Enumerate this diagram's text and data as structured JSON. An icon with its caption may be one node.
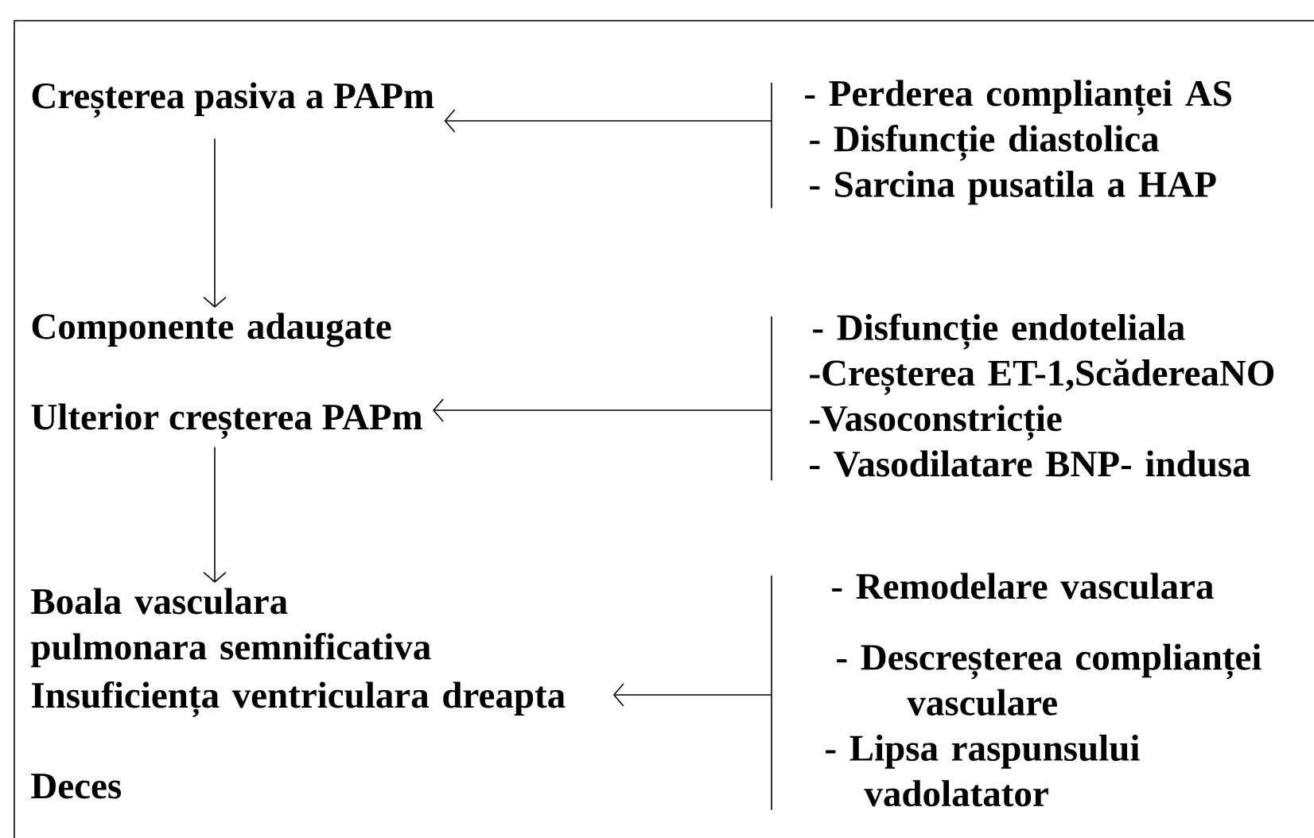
{
  "diagram": {
    "nodes": [
      {
        "text": [
          "Creșterea pasiva a PAPm"
        ]
      },
      {
        "text": [
          "Componente adaugate"
        ]
      },
      {
        "text": [
          "Ulterior creșterea PAPm"
        ]
      },
      {
        "text": [
          "Boala vasculara pulmonara semnificativa"
        ]
      },
      {
        "text": [
          "Insuficiența ventriculara dreapta"
        ]
      },
      {
        "text": [
          "Deces"
        ]
      },
      {
        "text": [
          "- Perderea complianței AS",
          "- Disfuncție diastolica",
          "- Sarcina pusatila a HAP"
        ]
      },
      {
        "text": [
          "- Disfuncție endoteliala",
          "-Creșterea ET-1,ScădereaNO",
          "-Vasoconstricție",
          "- Vasodilatare BNP- indusa"
        ]
      },
      {
        "text": [
          "- Remodelare vasculara",
          "- Descreșterea complianței vasculare",
          "- Lipsa raspunsului vadolatator"
        ]
      }
    ],
    "edges": [
      {
        "from": 0,
        "to": 1,
        "arrow": "to"
      },
      {
        "from": 2,
        "to": 3,
        "arrow": "to"
      },
      {
        "from": 6,
        "to": 0,
        "arrow": "to"
      },
      {
        "from": 7,
        "to": 2,
        "arrow": "to"
      },
      {
        "from": 8,
        "to": 4,
        "arrow": "to"
      }
    ]
  }
}
